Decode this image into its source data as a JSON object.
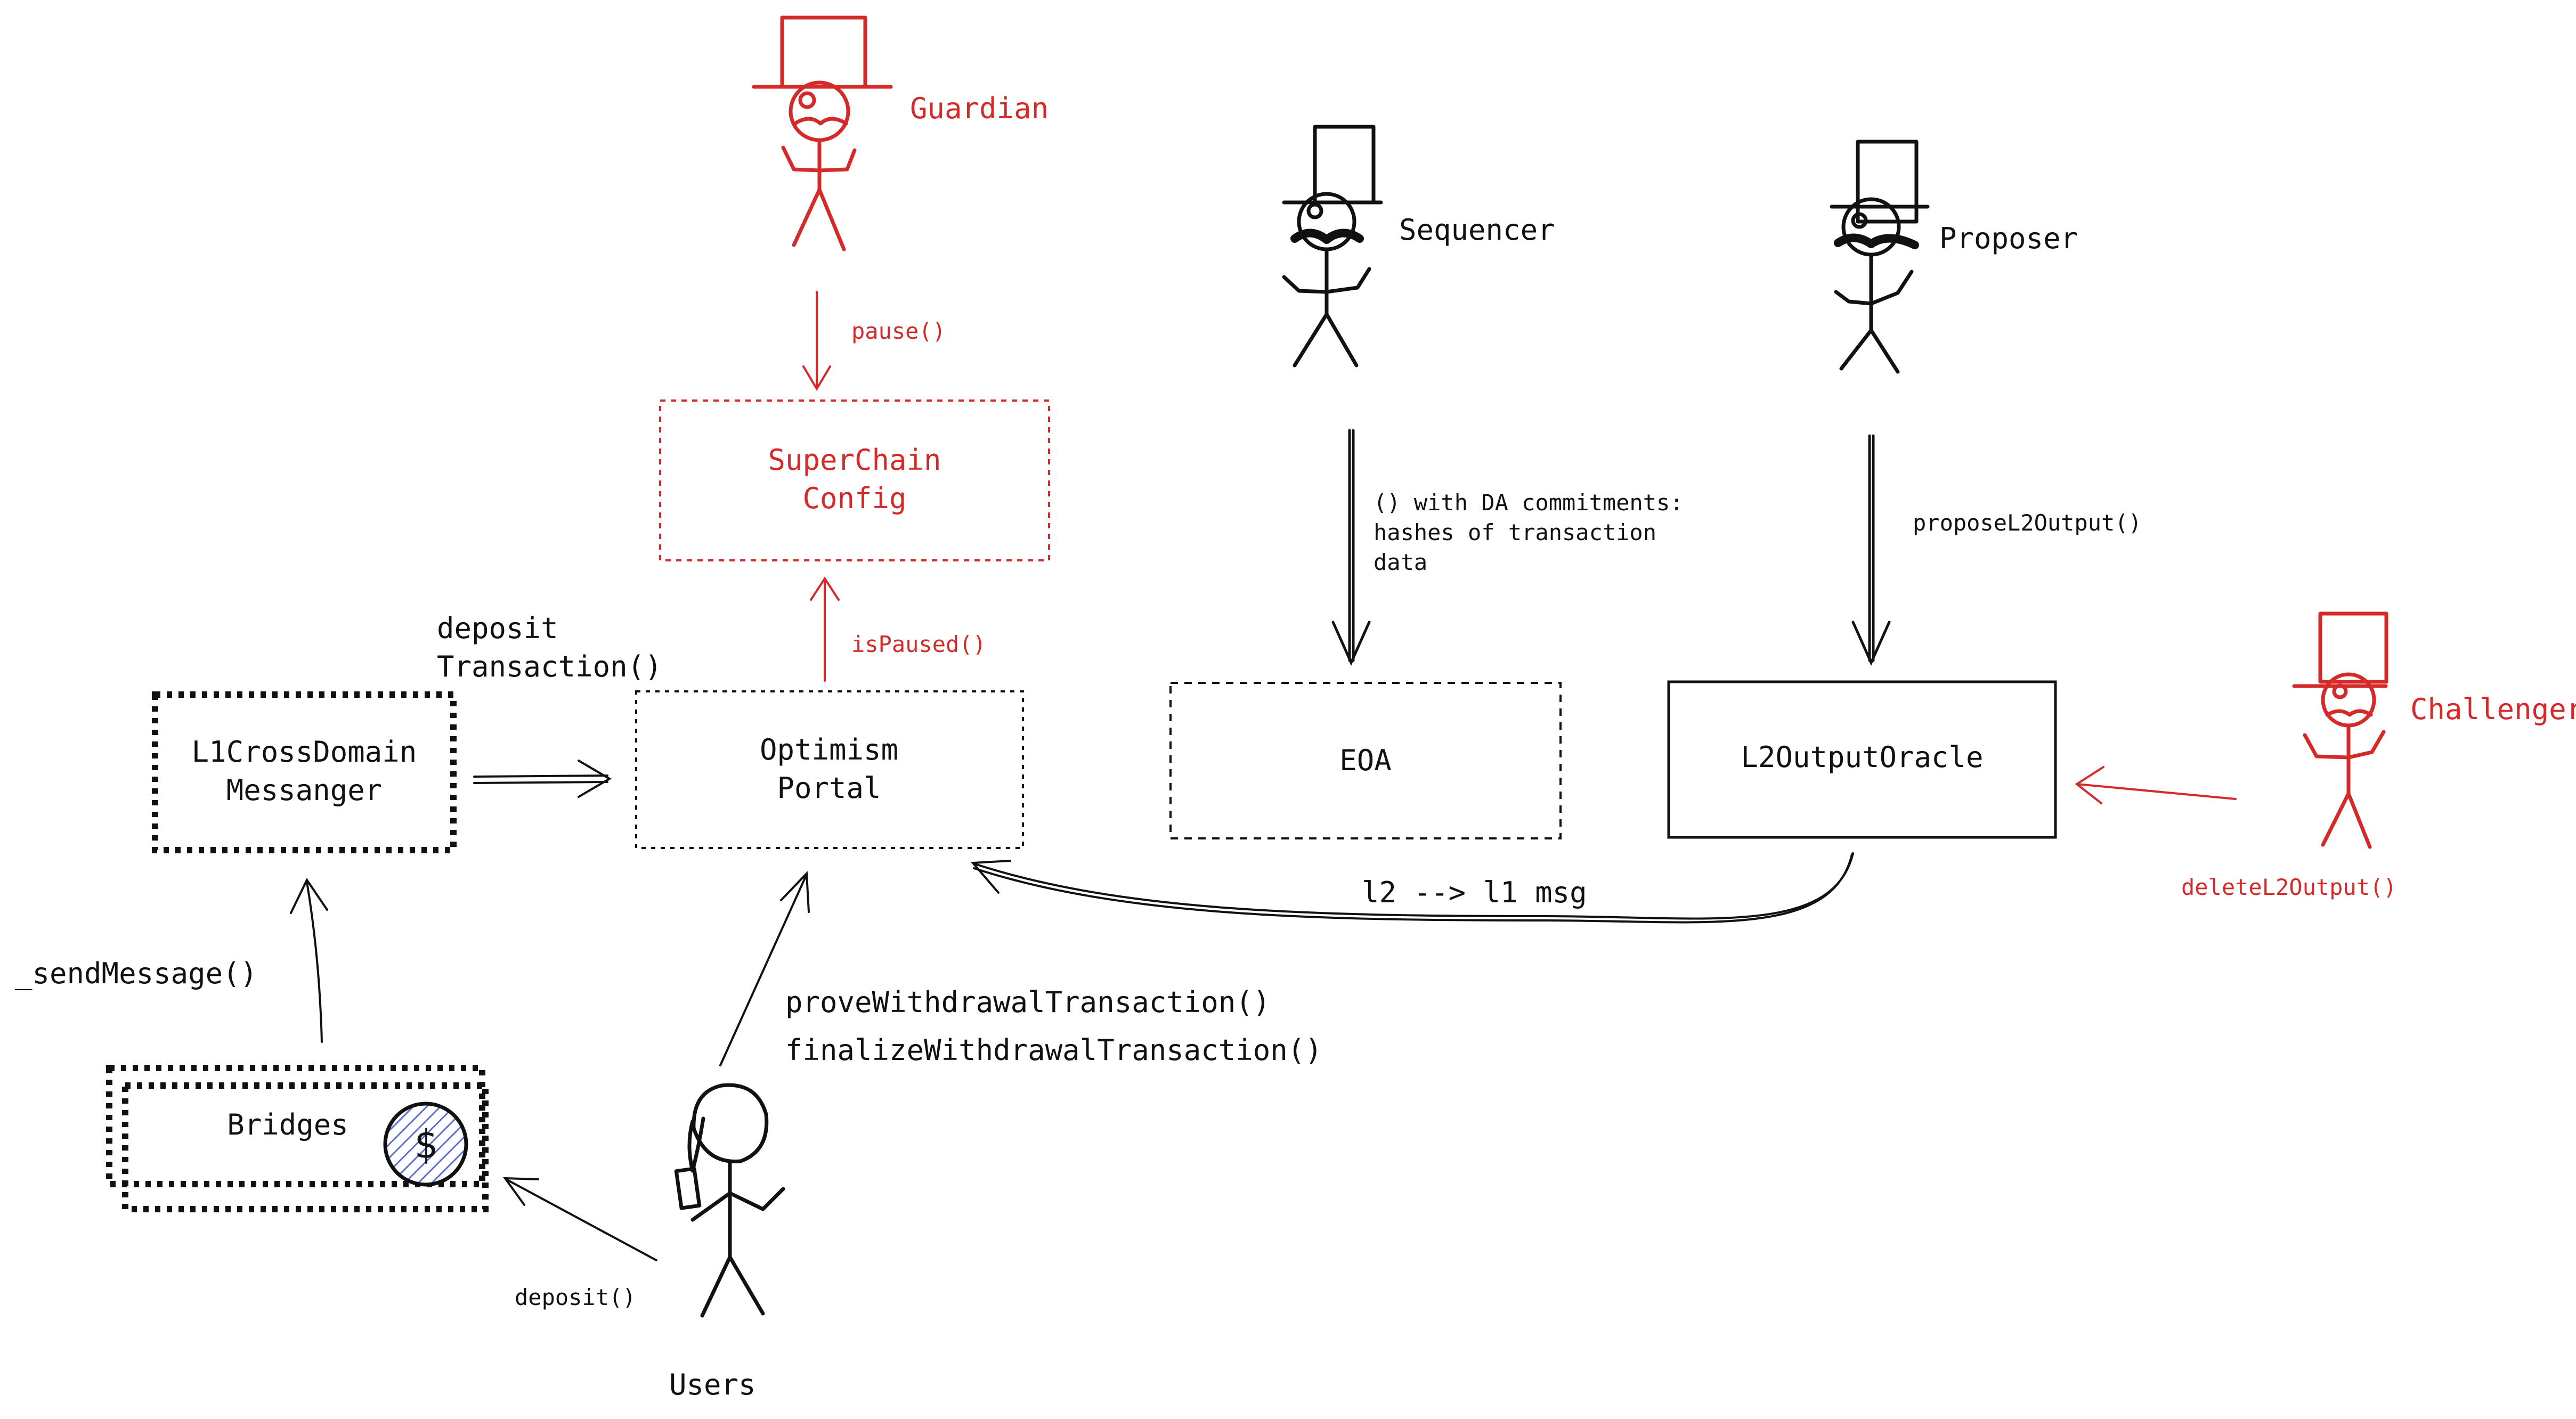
{
  "colors": {
    "ink": "#111111",
    "accent": "#d42a2a",
    "coin": "#5b6fd6",
    "background": "#ffffff"
  },
  "actors": {
    "guardian": "Guardian",
    "sequencer": "Sequencer",
    "proposer": "Proposer",
    "challenger": "Challenger",
    "users": "Users"
  },
  "boxes": {
    "superchain_config": [
      "SuperChain",
      "Config"
    ],
    "optimism_portal": [
      "Optimism",
      "Portal"
    ],
    "eoa": "EOA",
    "l2_output_oracle": "L2OutputOracle",
    "l1_cross_domain_messenger": [
      "L1CrossDomain",
      "Messanger"
    ],
    "bridges": "Bridges",
    "coin_symbol": "$"
  },
  "calls": {
    "pause": "pause()",
    "is_paused": "isPaused()",
    "deposit_transaction": [
      "deposit",
      "Transaction()"
    ],
    "da_commitments": [
      "() with DA commitments:",
      "hashes of transaction",
      "data"
    ],
    "propose_l2_output": "proposeL2Output()",
    "delete_l2_output": "deleteL2Output()",
    "l2_to_l1_msg": "l2 --> l1 msg",
    "send_message": "_sendMessage()",
    "prove_withdrawal": "proveWithdrawalTransaction()",
    "finalize_withdrawal": "finalizeWithdrawalTransaction()",
    "deposit": "deposit()"
  }
}
